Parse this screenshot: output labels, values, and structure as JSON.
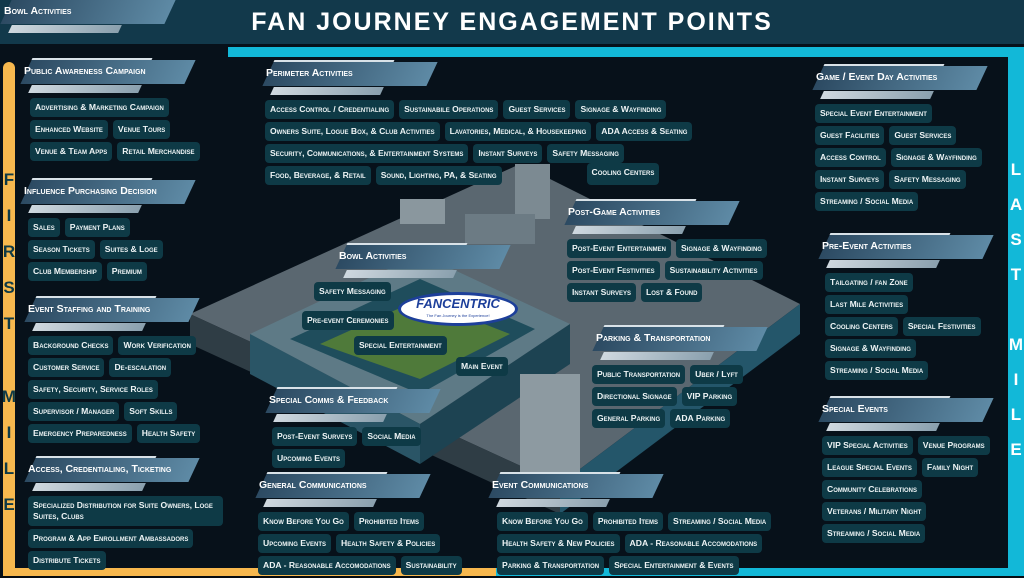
{
  "title": "Fan Journey Engagement Points",
  "first_mile_label": "FIRST MILE",
  "last_mile_label": "LAST MILE",
  "logo_text": "FANCENTRIC",
  "logo_tagline": "The Fan Journey is the Experience!",
  "colors": {
    "title_bg": "#12394b",
    "first_mile": "#f7b84e",
    "last_mile": "#12b8d8",
    "chip_bg": "#0e3a46"
  },
  "sections": {
    "public_awareness": {
      "title": "Public Awareness Campaign",
      "rows": [
        [
          "Advertising & Marketing Campaign"
        ],
        [
          "Enhanced Website",
          "Venue Tours"
        ],
        [
          "Venue & Team Apps",
          "Retail Merchandise"
        ]
      ]
    },
    "influence": {
      "title": "Influence Purchasing Decision",
      "rows": [
        [
          "Sales",
          "Payment Plans"
        ],
        [
          "Season Tickets",
          "Suites & Loge"
        ],
        [
          "Club Membership",
          "Premium"
        ]
      ]
    },
    "staffing": {
      "title": "Event Staffing and Training",
      "rows": [
        [
          "Background Checks",
          "Work Verification"
        ],
        [
          "Customer Service",
          "De-escalation"
        ],
        [
          "Safety, Security, Service Roles"
        ],
        [
          "Supervisor / Manager",
          "Soft Skills"
        ],
        [
          "Emergency Preparedness",
          "Health Safety"
        ]
      ]
    },
    "access": {
      "title": "Access, Credentialing, Ticketing",
      "rows": [
        [
          "Specialized Distribution for Suite Owners, Loge Suites, Clubs"
        ],
        [
          "Program & App Enrollment Ambassadors"
        ],
        [
          "Distribute Tickets"
        ]
      ]
    },
    "perimeter": {
      "title": "Perimeter Activities",
      "rows": [
        [
          "Access Control / Credentialing",
          "Sustainabile Operations",
          "Guest Services",
          "Signage & Wayfinding"
        ],
        [
          "Owners Suite, Logue Box, & Club Activities",
          "Lavatories, Medical, & Housekeeping",
          "ADA Access & Seating"
        ],
        [
          "Security, Communications, & Entertainment Systems",
          "Instant Surveys",
          "Safety Messaging"
        ],
        [
          "Food, Beverage, & Retail",
          "Sound, Lighting, PA, & Seating",
          "Cooling Centers"
        ]
      ]
    },
    "game_day": {
      "title": "Game / Event Day Activities",
      "rows": [
        [
          "Special Event Entertainment"
        ],
        [
          "Guest Facilities",
          "Guest Services"
        ],
        [
          "Access Control",
          "Signage & Wayfinding"
        ],
        [
          "Instant Surveys",
          "Safety Messaging"
        ],
        [
          "Streaming / Social Media"
        ]
      ]
    },
    "pre_event": {
      "title": "Pre-Event Activities",
      "rows": [
        [
          "Tailgating / fan Zone"
        ],
        [
          "Last Mile Activities"
        ],
        [
          "Cooling Centers",
          "Special Festivities"
        ],
        [
          "Signage & Wayfinding"
        ],
        [
          "Streaming / Social Media"
        ]
      ]
    },
    "special_events": {
      "title": "Special Events",
      "rows": [
        [
          "VIP Special Activities",
          "Venue Programs"
        ],
        [
          "League Special Events",
          "Family Night"
        ],
        [
          "Community Celebrations"
        ],
        [
          "Veterans / Military Night"
        ],
        [
          "Streaming / Social Media"
        ]
      ]
    },
    "post_game": {
      "title": "Post-Game Activities",
      "rows": [
        [
          "Post-Event Entertainmen",
          "Signage & Wayfinding"
        ],
        [
          "Post-Event Festivities",
          "Sustainability Activities"
        ],
        [
          "Instant Surveys",
          "Lost & Found"
        ]
      ]
    },
    "parking": {
      "title": "Parking & Transportation",
      "rows": [
        [
          "Public Transportation",
          "Uber / Lyft"
        ],
        [
          "Directional Signage",
          "VIP Parking"
        ],
        [
          "General Parking",
          "ADA Parking"
        ]
      ]
    },
    "bowl": {
      "title": "Bowl Activities",
      "items": [
        "Safety Messaging",
        "Pre-event Ceremonies",
        "Special Entertainment",
        "Main Event"
      ]
    },
    "special_comms": {
      "title": "Special Comms & Feedback",
      "rows": [
        [
          "Post-Event Surveys",
          "Social Media"
        ],
        [
          "Upcoming Events"
        ]
      ]
    },
    "general_comms": {
      "title": "General Communications",
      "rows": [
        [
          "Know Before You Go",
          "Prohibited Items"
        ],
        [
          "Upcoming Events",
          "Health Safety & Policies"
        ],
        [
          "ADA - Reasonable Accomodations",
          "Sustainability"
        ]
      ]
    },
    "event_comms": {
      "title": "Event Communications",
      "rows": [
        [
          "Know Before You Go",
          "Prohibited Items",
          "Streaming / Social Media"
        ],
        [
          "Health Safety & New Policies",
          "ADA - Reasonable Accomodations"
        ],
        [
          "Parking & Transportation",
          "Special Entertainment & Events"
        ]
      ]
    }
  }
}
